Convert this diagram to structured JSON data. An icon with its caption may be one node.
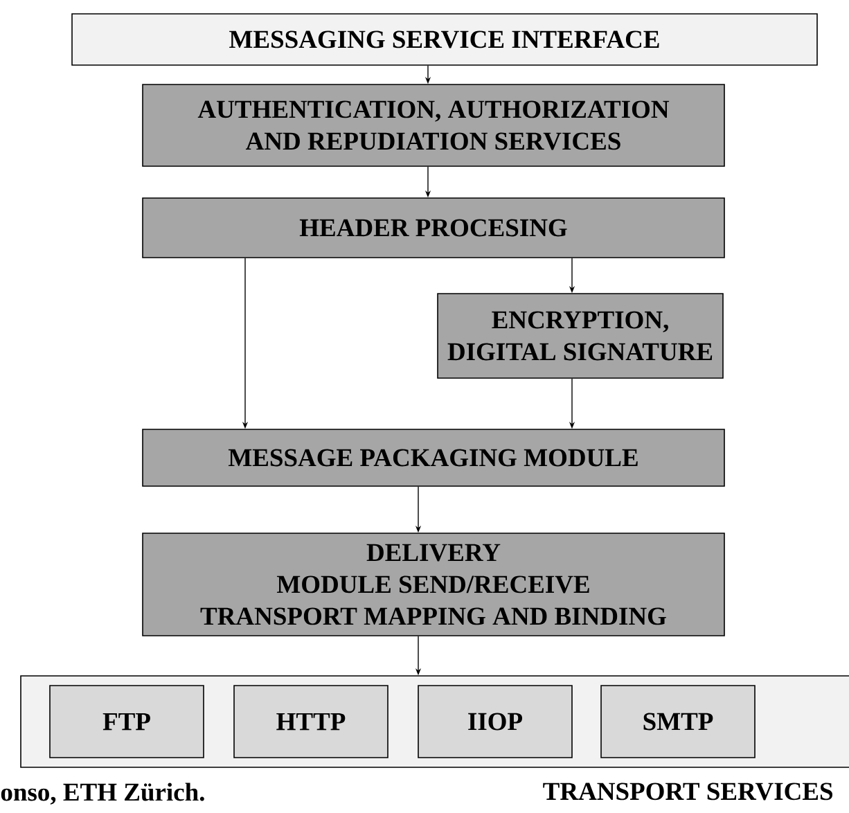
{
  "diagram": {
    "nodes": [
      {
        "text": [
          "MESSAGING SERVICE INTERFACE"
        ]
      },
      {
        "text": [
          "AUTHENTICATION, AUTHORIZATION AND REPUDIATION SERVICES"
        ]
      },
      {
        "text": [
          "HEADER PROCESING"
        ]
      },
      {
        "text": [
          "ENCRYPTION, DIGITAL SIGNATURE"
        ]
      },
      {
        "text": [
          "MESSAGE PACKAGING MODULE"
        ]
      },
      {
        "text": [
          "DELIVERY MODULE SEND/RECEIVE TRANSPORT MAPPING AND BINDING"
        ]
      },
      {
        "text": [
          "TRANSPORT SERVICES"
        ]
      },
      {
        "text": [
          "FTP"
        ],
        "in": 6
      },
      {
        "text": [
          "HTTP"
        ],
        "in": 6
      },
      {
        "text": [
          "IIOP"
        ],
        "in": 6
      },
      {
        "text": [
          "SMTP"
        ],
        "in": 6
      }
    ],
    "edges": [
      {
        "from": 0,
        "to": 1,
        "arrow": "to"
      },
      {
        "from": 1,
        "to": 2,
        "arrow": "to"
      },
      {
        "from": 2,
        "to": 4,
        "arrow": "to"
      },
      {
        "from": 2,
        "to": 3,
        "arrow": "to"
      },
      {
        "from": 3,
        "to": 4,
        "arrow": "to"
      },
      {
        "from": 4,
        "to": 5,
        "arrow": "to"
      },
      {
        "from": 5,
        "to": 6,
        "arrow": "to"
      }
    ],
    "labels": [
      "onso,  ETH Zürich."
    ]
  }
}
